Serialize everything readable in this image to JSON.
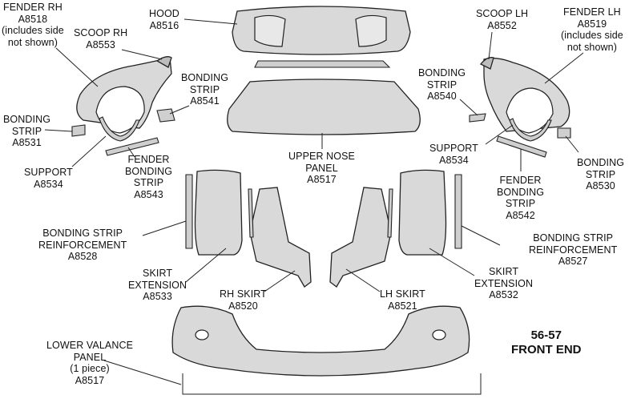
{
  "diagram": {
    "title": [
      "56-57",
      "FRONT END"
    ],
    "labels": {
      "fender_rh": [
        "FENDER RH",
        "A8518",
        "(includes side",
        "not shown)"
      ],
      "hood": [
        "HOOD",
        "A8516"
      ],
      "scoop_lh": [
        "SCOOP LH",
        "A8552"
      ],
      "fender_lh": [
        "FENDER LH",
        "A8519",
        "(includes side",
        "not shown)"
      ],
      "scoop_rh": [
        "SCOOP RH",
        "A8553"
      ],
      "bonding_strip_a8541": [
        "BONDING",
        "STRIP",
        "A8541"
      ],
      "bonding_strip_a8540": [
        "BONDING",
        "STRIP",
        "A8540"
      ],
      "bonding_strip_a8531": [
        "BONDING",
        "STRIP",
        "A8531"
      ],
      "support_a8534_left": [
        "SUPPORT",
        "A8534"
      ],
      "fender_bonding_strip_a8543": [
        "FENDER",
        "BONDING",
        "STRIP",
        "A8543"
      ],
      "upper_nose_panel": [
        "UPPER NOSE",
        "PANEL",
        "A8517"
      ],
      "support_a8534_right": [
        "SUPPORT",
        "A8534"
      ],
      "fender_bonding_strip_a8542": [
        "FENDER",
        "BONDING",
        "STRIP",
        "A8542"
      ],
      "bonding_strip_a8530": [
        "BONDING",
        "STRIP",
        "A8530"
      ],
      "bonding_strip_reinforcement_a8528": [
        "BONDING STRIP",
        "REINFORCEMENT",
        "A8528"
      ],
      "bonding_strip_reinforcement_a8527": [
        "BONDING STRIP",
        "REINFORCEMENT",
        "A8527"
      ],
      "skirt_extension_a8533": [
        "SKIRT",
        "EXTENSION",
        "A8533"
      ],
      "rh_skirt": [
        "RH SKIRT",
        "A8520"
      ],
      "lh_skirt": [
        "LH SKIRT",
        "A8521"
      ],
      "skirt_extension_a8532": [
        "SKIRT",
        "EXTENSION",
        "A8532"
      ],
      "lower_valance_panel": [
        "LOWER VALANCE",
        "PANEL",
        "(1 piece)",
        "A8517"
      ]
    }
  }
}
